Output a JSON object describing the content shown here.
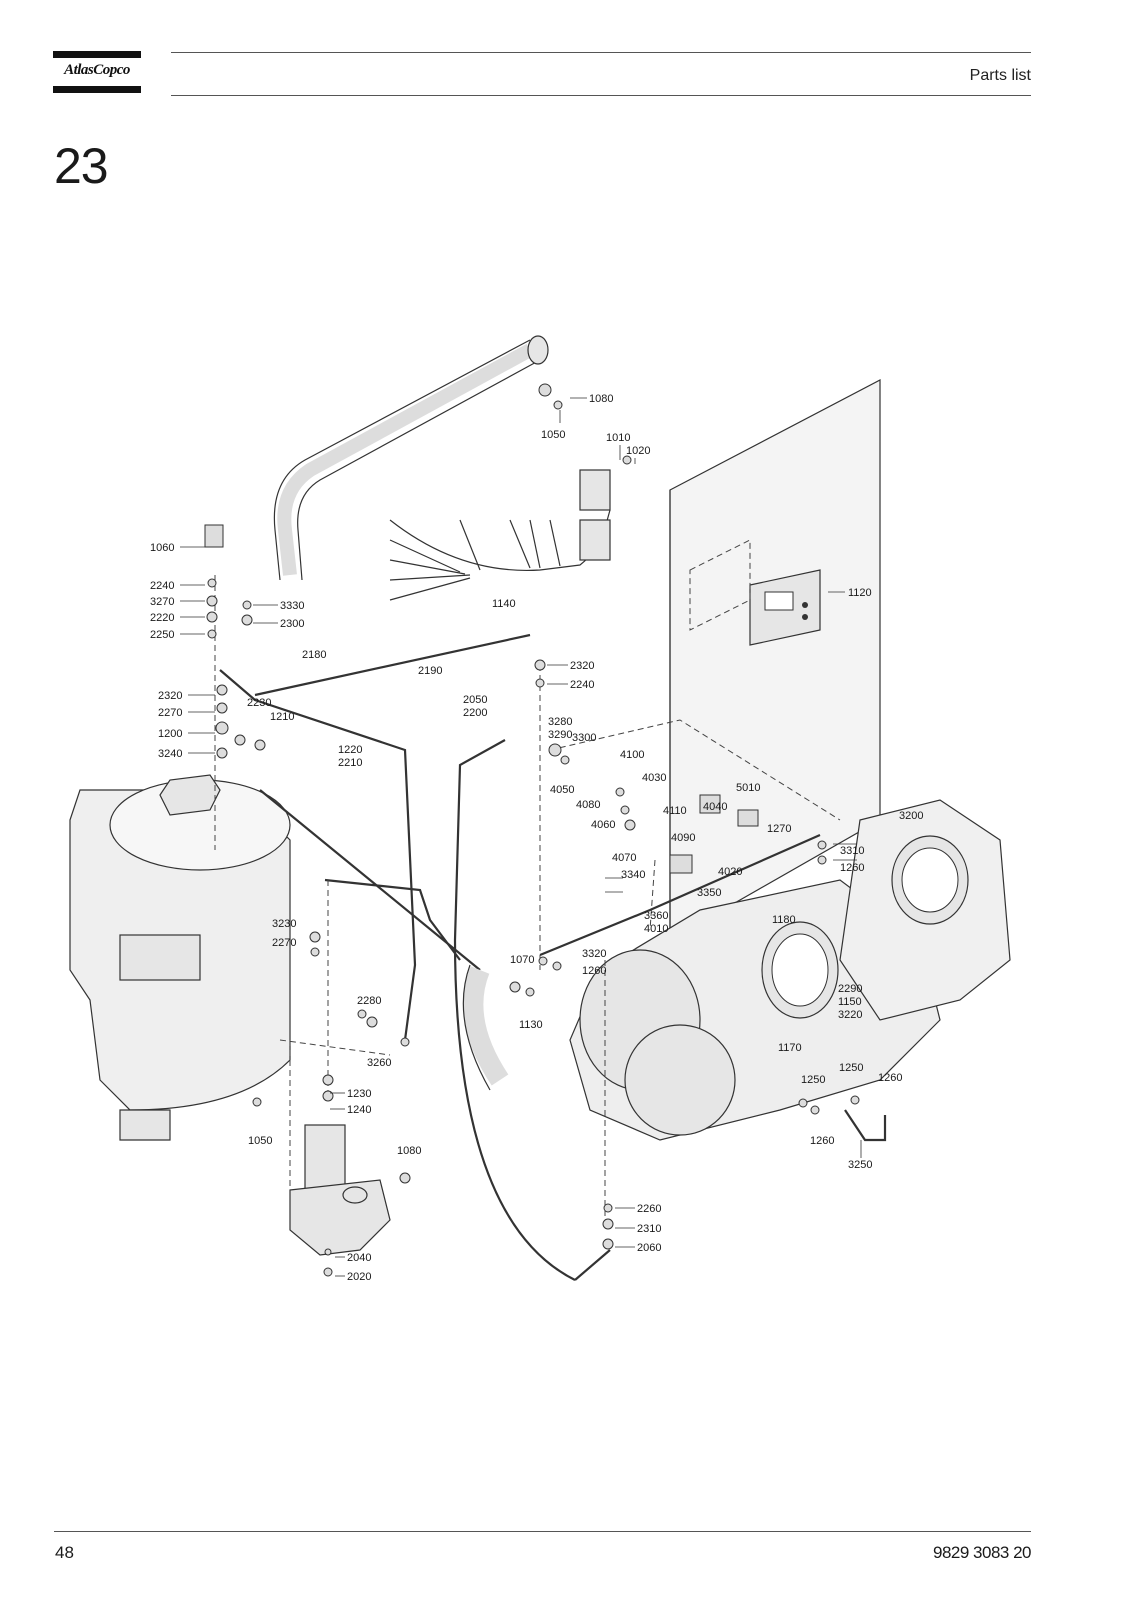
{
  "header": {
    "brand": "AtlasCopco",
    "title": "Parts list"
  },
  "section": {
    "number": "23"
  },
  "footer": {
    "page_number": "48",
    "doc_number": "9829 3083 20"
  },
  "drawing": {
    "callouts": [
      "1080",
      "1050",
      "1010",
      "1020",
      "1060",
      "2240",
      "3270",
      "2220",
      "2250",
      "3330",
      "2300",
      "1140",
      "1120",
      "2180",
      "2190",
      "2320",
      "2240",
      "2320",
      "2270",
      "2230",
      "1210",
      "1200",
      "3240",
      "2050",
      "2200",
      "3280",
      "3290",
      "3300",
      "1220",
      "2210",
      "4100",
      "4030",
      "4050",
      "4080",
      "5010",
      "4040",
      "4110",
      "4060",
      "4090",
      "1270",
      "3200",
      "4070",
      "3310",
      "1260",
      "4020",
      "3340",
      "3350",
      "3360",
      "4010",
      "1180",
      "3230",
      "2270",
      "1070",
      "3320",
      "1260",
      "2290",
      "1150",
      "3220",
      "2280",
      "1130",
      "1170",
      "3260",
      "1250",
      "1260",
      "1230",
      "1240",
      "1260",
      "1050",
      "3250",
      "1080",
      "2260",
      "2310",
      "2060",
      "2040",
      "2020"
    ]
  }
}
